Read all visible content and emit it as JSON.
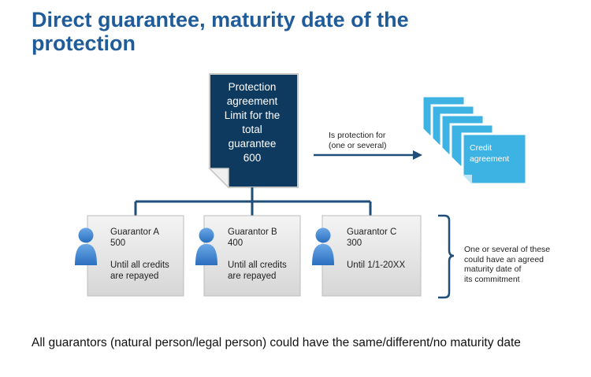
{
  "title": {
    "line1": "Direct guarantee, maturity date of the",
    "line2": "protection"
  },
  "agreement": {
    "lines": [
      "Protection",
      "agreement",
      "Limit for the",
      "total",
      "guarantee",
      "600"
    ]
  },
  "arrow_label": {
    "line1": "Is protection for",
    "line2": "(one or several)"
  },
  "credit": {
    "line1": "Credit",
    "line2": "agreement"
  },
  "guarantors": [
    {
      "name": "Guarantor A",
      "amount": "500",
      "term_line1": "Until all credits",
      "term_line2": "are repayed"
    },
    {
      "name": "Guarantor B",
      "amount": "400",
      "term_line1": "Until all credits",
      "term_line2": "are repayed"
    },
    {
      "name": "Guarantor C",
      "amount": "300",
      "term_line1": "Until 1/1-20XX",
      "term_line2": ""
    }
  ],
  "note": {
    "lines": [
      "One or several of these",
      "could have an agreed",
      "maturity date of",
      "its commitment"
    ]
  },
  "footer": "All guarantors (natural person/legal person) could have the same/different/no maturity date",
  "colors": {
    "title": "#1f5c99",
    "document": "#0e3a5f",
    "credit_cards": "#3db3e3",
    "person_icon": "#3d84cf",
    "connector": "#1f4e79"
  }
}
